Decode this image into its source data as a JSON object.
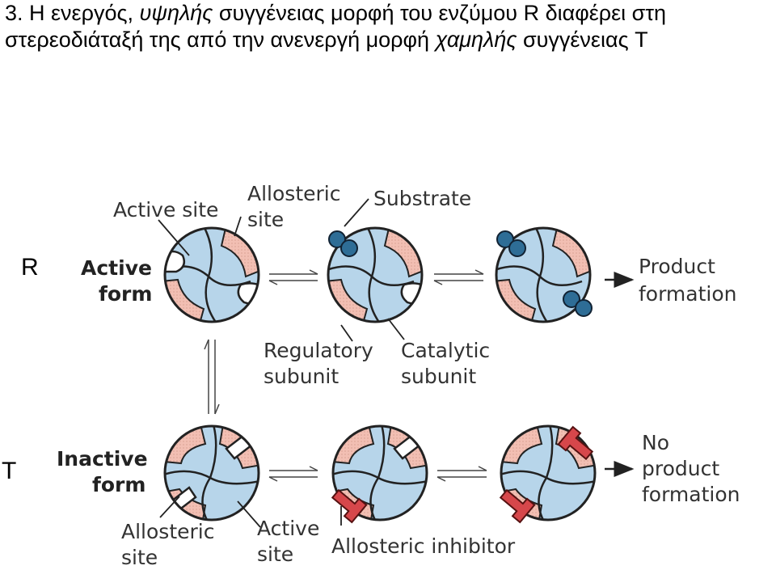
{
  "heading": {
    "l1_a": "3. Η ενεργός, ",
    "l1_b": "υψηλής",
    "l1_c": " συγγένειας μορφή του ενζύμου R διαφέρει στη",
    "l2_a": "στερεοδιάταξή της από την ανενεργή μορφή ",
    "l2_b": "χαμηλής",
    "l2_c": " συγγένειας T"
  },
  "states": {
    "r": "R",
    "t": "T"
  },
  "labels": {
    "active_site_top": "Active site",
    "allosteric_top_1": "Allosteric",
    "allosteric_top_2": "site",
    "substrate": "Substrate",
    "active_form_1": "Active",
    "active_form_2": "form",
    "product_formation_1": "Product",
    "product_formation_2": "formation",
    "regulatory_1": "Regulatory",
    "regulatory_2": "subunit",
    "catalytic_1": "Catalytic",
    "catalytic_2": "subunit",
    "inactive_form_1": "Inactive",
    "inactive_form_2": "form",
    "no_product_1": "No",
    "no_product_2": "product",
    "no_product_3": "formation",
    "allosteric_bottom_1": "Allosteric",
    "allosteric_bottom_2": "site",
    "active_site_bottom_1": "Active",
    "active_site_bottom_2": "site",
    "allosteric_inhibitor": "Allosteric inhibitor"
  },
  "colors": {
    "catalytic": "#b7d5ea",
    "regulatory": "#f2bfb3",
    "substrate": "#2e6d96",
    "inhibitor": "#d6474b",
    "outline": "#222222"
  }
}
